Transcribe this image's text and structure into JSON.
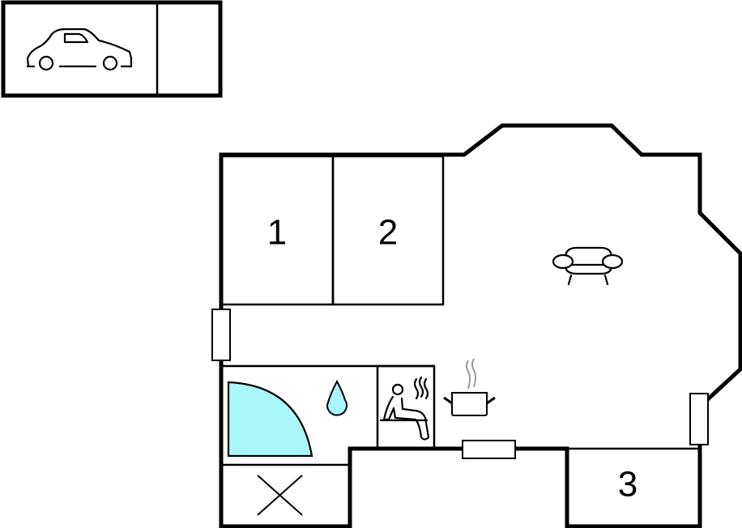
{
  "plan": {
    "type": "floor-plan",
    "background": "#ffffff",
    "wall_color": "#000000",
    "water_color": "#aaf7fb",
    "steam_color": "#999999"
  },
  "garage": {
    "label": "",
    "icon": "car-icon"
  },
  "rooms": [
    {
      "id": "bedroom-1",
      "label": "1",
      "kind": "bedroom"
    },
    {
      "id": "bedroom-2",
      "label": "2",
      "kind": "bedroom"
    },
    {
      "id": "bedroom-3",
      "label": "3",
      "kind": "bedroom"
    },
    {
      "id": "living-room",
      "label": "",
      "kind": "living",
      "icon": "sofa-icon"
    },
    {
      "id": "kitchen",
      "label": "",
      "kind": "kitchen",
      "icon": "cooking-pot-icon"
    },
    {
      "id": "bathroom",
      "label": "",
      "kind": "bathroom",
      "icons": [
        "shower-icon",
        "water-drop-icon"
      ]
    },
    {
      "id": "sauna",
      "label": "",
      "kind": "sauna",
      "icon": "sauna-icon"
    },
    {
      "id": "utility",
      "label": "",
      "kind": "utility",
      "icon": "cross-icon"
    }
  ],
  "windows": [
    {
      "id": "window-west"
    },
    {
      "id": "window-south"
    },
    {
      "id": "window-east"
    }
  ]
}
